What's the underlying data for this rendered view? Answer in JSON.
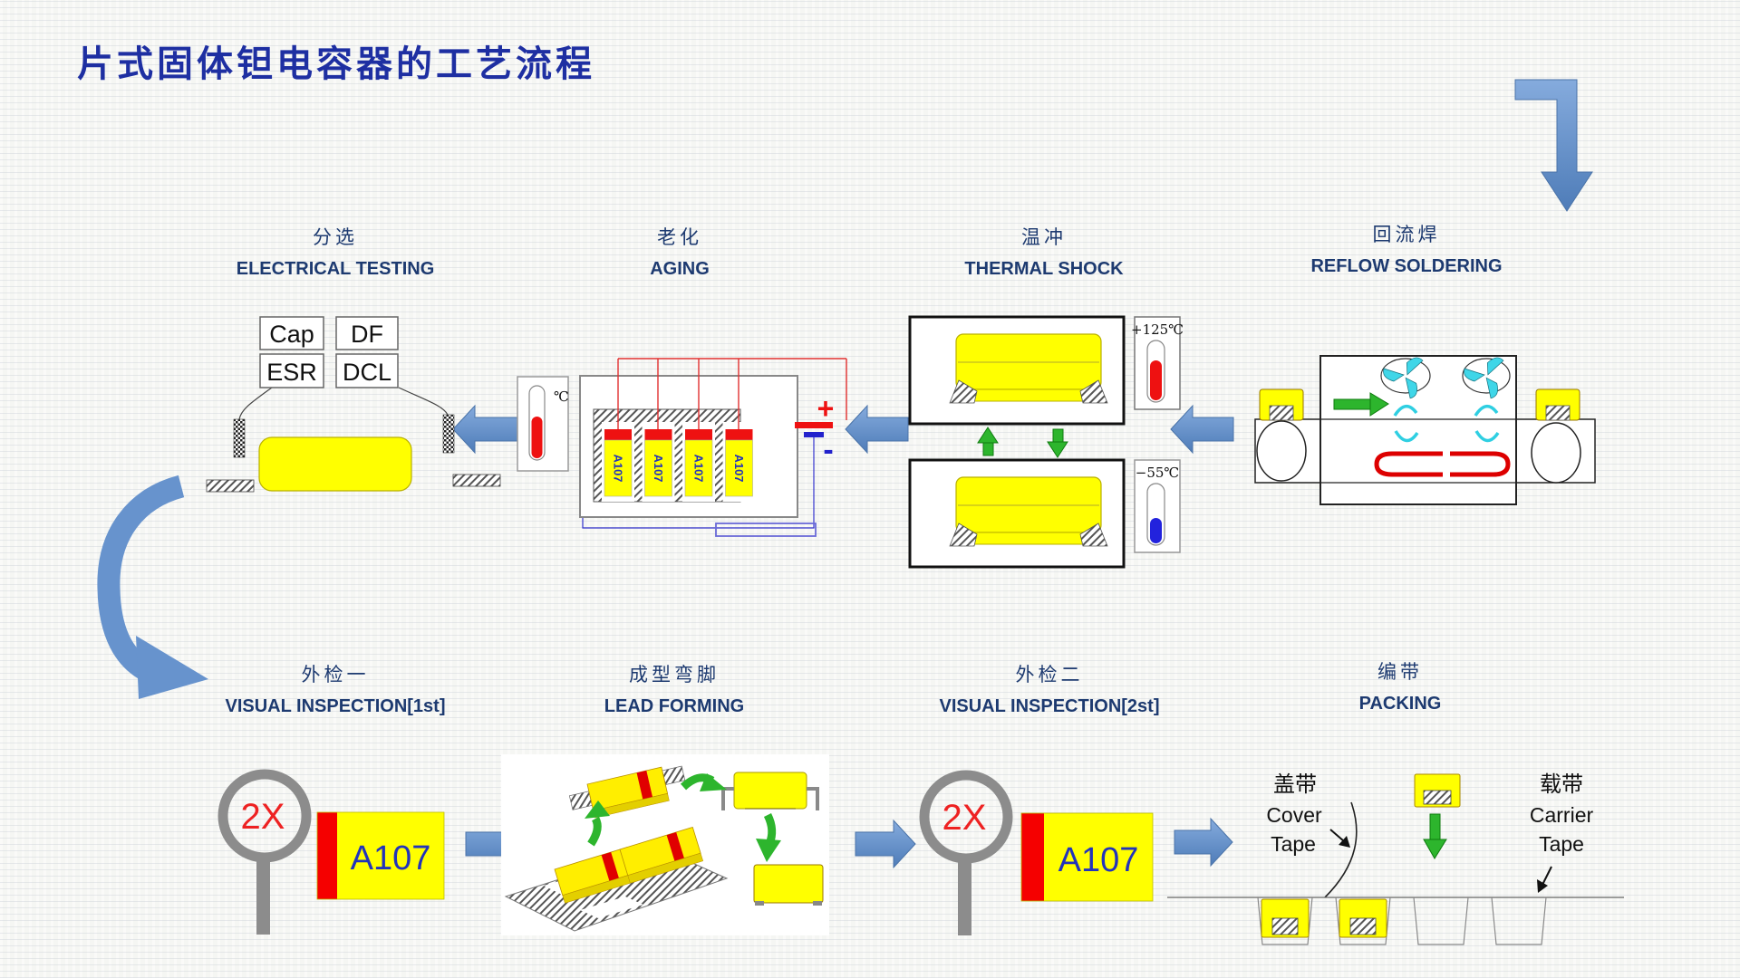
{
  "title": "片式固体钽电容器的工艺流程",
  "steps": {
    "electrical_testing": {
      "cn": "分选",
      "en": "ELECTRICAL TESTING",
      "param_boxes": [
        "Cap",
        "DF",
        "ESR",
        "DCL"
      ]
    },
    "aging": {
      "cn": "老化",
      "en": "AGING",
      "temp_unit": "℃",
      "capacitor_label": "A107",
      "battery_plus": "+",
      "battery_minus": "-"
    },
    "thermal_shock": {
      "cn": "温冲",
      "en": "THERMAL SHOCK",
      "hot_temp": "+125℃",
      "cold_temp": "−55℃"
    },
    "reflow_soldering": {
      "cn": "回流焊",
      "en": "REFLOW SOLDERING"
    },
    "visual_inspection_1": {
      "cn": "外检一",
      "en": "VISUAL INSPECTION[1st]",
      "magnifier": "2X",
      "capacitor_label": "A107"
    },
    "lead_forming": {
      "cn": "成型弯脚",
      "en": "LEAD FORMING"
    },
    "visual_inspection_2": {
      "cn": "外检二",
      "en": "VISUAL INSPECTION[2st]",
      "magnifier": "2X",
      "capacitor_label": "A107"
    },
    "packing": {
      "cn": "编带",
      "en": "PACKING",
      "cover_tape_cn": "盖带",
      "cover_tape_en": [
        "Cover",
        "Tape"
      ],
      "carrier_tape_cn": "载带",
      "carrier_tape_en": [
        "Carrier",
        "Tape"
      ]
    }
  },
  "colors": {
    "title": "#1e2fa2",
    "label": "#1d3a70",
    "flow_arrow": "#6793cd",
    "capacitor_yellow": "#ffff00",
    "stripe_red": "#f50000",
    "marking_blue": "#2233bb",
    "green_arrow": "#2db52d",
    "fan_cyan": "#3fd6e8",
    "magnifier_gray": "#8c8c8c",
    "thermo_hot": "#ee1111",
    "thermo_cold": "#2222dd"
  }
}
